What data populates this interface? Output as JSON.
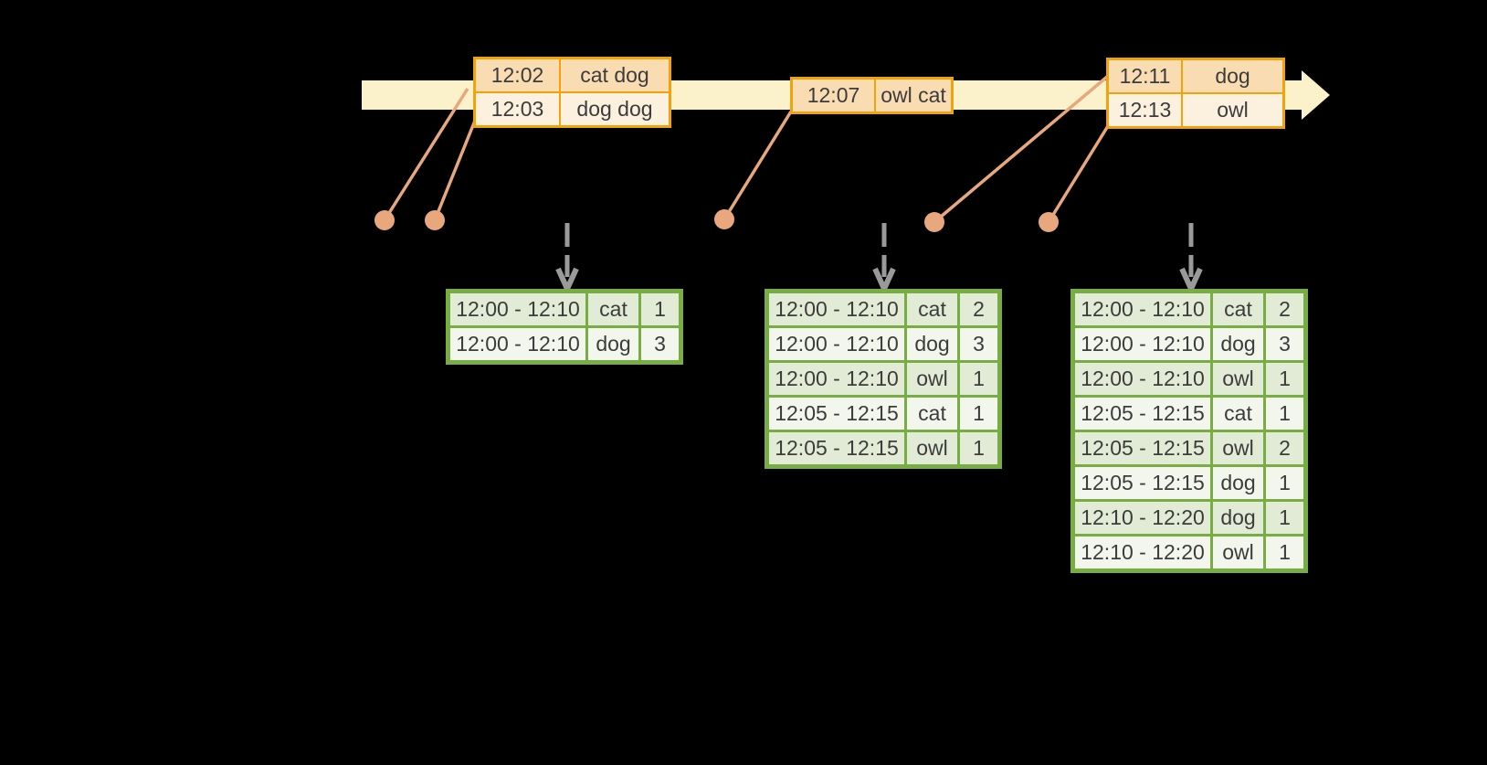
{
  "colors": {
    "background": "#000000",
    "timeline_fill": "#FBF2CC",
    "event_table_border": "#F0A30A",
    "event_row_dark": "#FADCB3",
    "event_row_light": "#FCF0DF",
    "result_table_border": "#77AD43",
    "result_row_dark": "#E2EBD6",
    "result_row_light": "#F2F6ED",
    "connector_salmon": "#E9A77D",
    "trigger_arrow_gray": "#9A9A9A",
    "text": "#3C3C3C"
  },
  "timeline": {
    "event_dot_count": 5,
    "trigger_count": 3
  },
  "event_tables": [
    {
      "rows": [
        {
          "time": "12:02",
          "words": "cat dog"
        },
        {
          "time": "12:03",
          "words": "dog dog"
        }
      ]
    },
    {
      "rows": [
        {
          "time": "12:07",
          "words": "owl cat"
        }
      ]
    },
    {
      "rows": [
        {
          "time": "12:11",
          "words": "dog"
        },
        {
          "time": "12:13",
          "words": "owl"
        }
      ]
    }
  ],
  "result_tables": [
    {
      "rows": [
        {
          "window": "12:00 - 12:10",
          "word": "cat",
          "count": "1"
        },
        {
          "window": "12:00 - 12:10",
          "word": "dog",
          "count": "3"
        }
      ]
    },
    {
      "rows": [
        {
          "window": "12:00 - 12:10",
          "word": "cat",
          "count": "2"
        },
        {
          "window": "12:00 - 12:10",
          "word": "dog",
          "count": "3"
        },
        {
          "window": "12:00 - 12:10",
          "word": "owl",
          "count": "1"
        },
        {
          "window": "12:05 - 12:15",
          "word": "cat",
          "count": "1"
        },
        {
          "window": "12:05 - 12:15",
          "word": "owl",
          "count": "1"
        }
      ]
    },
    {
      "rows": [
        {
          "window": "12:00 - 12:10",
          "word": "cat",
          "count": "2"
        },
        {
          "window": "12:00 - 12:10",
          "word": "dog",
          "count": "3"
        },
        {
          "window": "12:00 - 12:10",
          "word": "owl",
          "count": "1"
        },
        {
          "window": "12:05 - 12:15",
          "word": "cat",
          "count": "1"
        },
        {
          "window": "12:05 - 12:15",
          "word": "owl",
          "count": "2"
        },
        {
          "window": "12:05 - 12:15",
          "word": "dog",
          "count": "1"
        },
        {
          "window": "12:10 - 12:20",
          "word": "dog",
          "count": "1"
        },
        {
          "window": "12:10 - 12:20",
          "word": "owl",
          "count": "1"
        }
      ]
    }
  ]
}
